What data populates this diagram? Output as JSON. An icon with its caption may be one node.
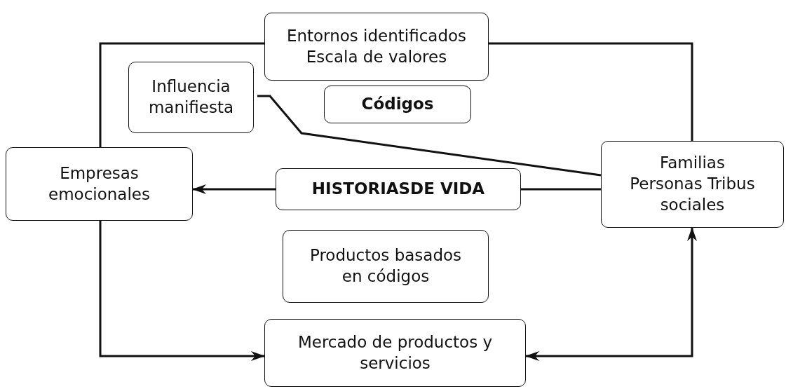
{
  "diagram": {
    "nodes": [
      {
        "text": [
          "Entornos identificados Escala de valores"
        ]
      },
      {
        "text": [
          "Influencia manifiesta"
        ]
      },
      {
        "text": [
          "Códigos"
        ]
      },
      {
        "text": [
          "Empresas emocionales"
        ]
      },
      {
        "text": [
          "HISTORIASDE VIDA"
        ]
      },
      {
        "text": [
          "Familias Personas Tribus sociales"
        ]
      },
      {
        "text": [
          "Productos basados en códigos"
        ]
      },
      {
        "text": [
          "Mercado de productos y servicios"
        ]
      }
    ],
    "edges": [
      {
        "from": 3,
        "to": 0,
        "arrow": "none"
      },
      {
        "from": 0,
        "to": 5,
        "arrow": "none"
      },
      {
        "from": 1,
        "to": 5,
        "arrow": "none"
      },
      {
        "from": 5,
        "to": 4,
        "arrow": "none"
      },
      {
        "from": 4,
        "to": 3,
        "arrow": "to"
      },
      {
        "from": 3,
        "to": 7,
        "arrow": "to"
      },
      {
        "from": 7,
        "to": 5,
        "arrow": "both"
      }
    ]
  }
}
